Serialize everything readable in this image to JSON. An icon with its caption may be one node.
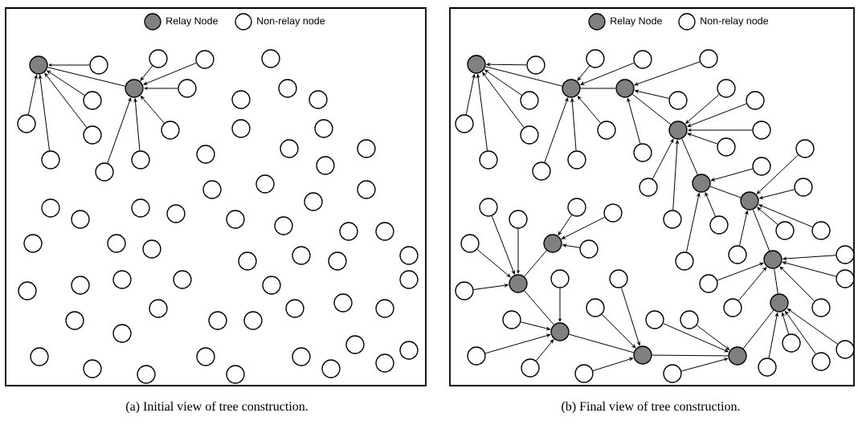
{
  "diagram": {
    "nodes": [
      {
        "text": [],
        "shape": "circle"
      },
      {
        "text": [],
        "shape": "circle"
      },
      {
        "text": [],
        "shape": "circle"
      },
      {
        "text": [],
        "shape": "circle"
      },
      {
        "text": [],
        "shape": "circle"
      },
      {
        "text": [],
        "shape": "circle"
      },
      {
        "text": [],
        "shape": "circle"
      },
      {
        "text": [],
        "shape": "circle"
      },
      {
        "text": [],
        "shape": "circle"
      },
      {
        "text": [],
        "shape": "circle"
      },
      {
        "text": [],
        "shape": "circle"
      },
      {
        "text": [],
        "shape": "circle"
      },
      {
        "text": [],
        "shape": "circle"
      },
      {
        "text": [],
        "shape": "circle"
      },
      {
        "text": [],
        "shape": "circle"
      },
      {
        "text": [],
        "shape": "circle"
      },
      {
        "text": [],
        "shape": "circle"
      },
      {
        "text": [],
        "shape": "circle"
      },
      {
        "text": [],
        "shape": "circle"
      },
      {
        "text": [],
        "shape": "circle"
      },
      {
        "text": [],
        "shape": "circle"
      },
      {
        "text": [],
        "shape": "circle"
      },
      {
        "text": [],
        "shape": "circle"
      },
      {
        "text": [],
        "shape": "circle"
      },
      {
        "text": [],
        "shape": "circle"
      },
      {
        "text": [],
        "shape": "circle"
      },
      {
        "text": [],
        "shape": "circle"
      },
      {
        "text": [],
        "shape": "circle"
      },
      {
        "text": [],
        "shape": "circle"
      },
      {
        "text": [],
        "shape": "circle"
      },
      {
        "text": [],
        "shape": "circle"
      },
      {
        "text": [],
        "shape": "circle"
      },
      {
        "text": [],
        "shape": "circle"
      },
      {
        "text": [],
        "shape": "circle"
      },
      {
        "text": [],
        "shape": "circle"
      },
      {
        "text": [],
        "shape": "circle"
      },
      {
        "text": [],
        "shape": "circle"
      },
      {
        "text": [],
        "shape": "circle"
      },
      {
        "text": [],
        "shape": "circle"
      },
      {
        "text": [],
        "shape": "circle"
      },
      {
        "text": [],
        "shape": "circle"
      },
      {
        "text": [],
        "shape": "circle"
      },
      {
        "text": [],
        "shape": "circle"
      },
      {
        "text": [],
        "shape": "circle"
      },
      {
        "text": [],
        "shape": "circle"
      },
      {
        "text": [],
        "shape": "circle"
      },
      {
        "text": [],
        "shape": "circle"
      },
      {
        "text": [],
        "shape": "circle"
      },
      {
        "text": [],
        "shape": "circle"
      },
      {
        "text": [],
        "shape": "circle"
      },
      {
        "text": [],
        "shape": "circle"
      },
      {
        "text": [],
        "shape": "circle"
      },
      {
        "text": [],
        "shape": "circle"
      },
      {
        "text": [],
        "shape": "circle"
      },
      {
        "text": [],
        "shape": "circle"
      },
      {
        "text": [],
        "shape": "circle"
      },
      {
        "text": [],
        "shape": "circle"
      },
      {
        "text": [],
        "shape": "circle"
      },
      {
        "text": [],
        "shape": "circle"
      },
      {
        "text": [],
        "shape": "circle"
      },
      {
        "text": [],
        "shape": "circle"
      },
      {
        "text": [],
        "shape": "circle"
      },
      {
        "text": [],
        "shape": "circle"
      },
      {
        "text": [],
        "shape": "circle"
      },
      {
        "text": [],
        "shape": "circle"
      },
      {
        "text": [],
        "shape": "circle"
      },
      {
        "text": [],
        "shape": "circle"
      },
      {
        "text": [],
        "shape": "circle"
      },
      {
        "text": [],
        "shape": "circle"
      },
      {
        "text": [],
        "shape": "circle"
      },
      {
        "text": [],
        "shape": "circle"
      },
      {
        "text": [],
        "shape": "circle"
      },
      {
        "text": [],
        "shape": "circle"
      },
      {
        "text": [],
        "shape": "circle"
      },
      {
        "text": [],
        "shape": "circle"
      },
      {
        "text": [],
        "shape": "circle"
      },
      {
        "text": [],
        "shape": "circle"
      },
      {
        "text": [],
        "shape": "circle"
      },
      {
        "text": [],
        "shape": "circle"
      },
      {
        "text": [],
        "shape": "circle"
      },
      {
        "text": [],
        "shape": "circle"
      },
      {
        "text": [],
        "shape": "circle"
      },
      {
        "text": [],
        "shape": "circle"
      },
      {
        "text": [],
        "shape": "circle"
      },
      {
        "text": [],
        "shape": "circle"
      },
      {
        "text": [],
        "shape": "circle"
      },
      {
        "text": [],
        "shape": "circle"
      },
      {
        "text": [],
        "shape": "circle"
      },
      {
        "text": [],
        "shape": "circle"
      },
      {
        "text": [],
        "shape": "circle"
      },
      {
        "text": [],
        "shape": "circle"
      },
      {
        "text": [],
        "shape": "circle"
      },
      {
        "text": [],
        "shape": "circle"
      },
      {
        "text": [],
        "shape": "circle"
      },
      {
        "text": [],
        "shape": "circle"
      },
      {
        "text": [],
        "shape": "circle"
      },
      {
        "text": [],
        "shape": "circle"
      },
      {
        "text": [],
        "shape": "circle"
      },
      {
        "text": [],
        "shape": "circle"
      },
      {
        "text": [],
        "shape": "circle"
      },
      {
        "text": [],
        "shape": "circle"
      },
      {
        "text": [],
        "shape": "circle"
      },
      {
        "text": [],
        "shape": "circle"
      },
      {
        "text": [],
        "shape": "circle"
      },
      {
        "text": [],
        "shape": "circle"
      },
      {
        "text": [],
        "shape": "circle"
      },
      {
        "text": [],
        "shape": "circle"
      },
      {
        "text": [],
        "shape": "circle"
      },
      {
        "text": [],
        "shape": "circle"
      },
      {
        "text": [],
        "shape": "circle"
      },
      {
        "text": [],
        "shape": "circle"
      },
      {
        "text": [],
        "shape": "circle"
      },
      {
        "text": [],
        "shape": "circle"
      },
      {
        "text": [],
        "shape": "circle"
      },
      {
        "text": [],
        "shape": "circle"
      },
      {
        "text": [],
        "shape": "circle"
      },
      {
        "text": [],
        "shape": "circle"
      },
      {
        "text": [],
        "shape": "circle"
      },
      {
        "text": [],
        "shape": "circle"
      },
      {
        "text": [],
        "shape": "circle"
      },
      {
        "text": [],
        "shape": "circle"
      },
      {
        "text": [],
        "shape": "circle"
      },
      {
        "text": [],
        "shape": "circle"
      },
      {
        "text": [],
        "shape": "circle"
      },
      {
        "text": [],
        "shape": "circle"
      },
      {
        "text": [],
        "shape": "circle"
      },
      {
        "text": [],
        "shape": "circle"
      },
      {
        "text": [],
        "shape": "circle"
      },
      {
        "text": [],
        "shape": "circle"
      },
      {
        "text": [],
        "shape": "circle"
      },
      {
        "text": [],
        "shape": "circle"
      },
      {
        "text": [],
        "shape": "circle"
      }
    ],
    "edges": [
      {
        "from": 1,
        "to": 0,
        "arrow": "to"
      },
      {
        "from": 6,
        "to": 0,
        "arrow": "to"
      },
      {
        "from": 8,
        "to": 0,
        "arrow": "to"
      },
      {
        "from": 10,
        "to": 0,
        "arrow": "to"
      },
      {
        "from": 7,
        "to": 0,
        "arrow": "to"
      },
      {
        "from": 4,
        "to": 0,
        "arrow": "none"
      },
      {
        "from": 2,
        "to": 4,
        "arrow": "to"
      },
      {
        "from": 3,
        "to": 4,
        "arrow": "to"
      },
      {
        "from": 5,
        "to": 4,
        "arrow": "to"
      },
      {
        "from": 9,
        "to": 4,
        "arrow": "to"
      },
      {
        "from": 11,
        "to": 4,
        "arrow": "to"
      },
      {
        "from": 12,
        "to": 4,
        "arrow": "to"
      },
      {
        "from": 79,
        "to": 66,
        "arrow": "to"
      },
      {
        "from": 80,
        "to": 66,
        "arrow": "to"
      },
      {
        "from": 81,
        "to": 66,
        "arrow": "to"
      },
      {
        "from": 82,
        "to": 66,
        "arrow": "to"
      },
      {
        "from": 83,
        "to": 66,
        "arrow": "to"
      },
      {
        "from": 67,
        "to": 66,
        "arrow": "none"
      },
      {
        "from": 84,
        "to": 67,
        "arrow": "to"
      },
      {
        "from": 85,
        "to": 67,
        "arrow": "to"
      },
      {
        "from": 86,
        "to": 67,
        "arrow": "to"
      },
      {
        "from": 87,
        "to": 67,
        "arrow": "to"
      },
      {
        "from": 88,
        "to": 67,
        "arrow": "to"
      },
      {
        "from": 68,
        "to": 67,
        "arrow": "none"
      },
      {
        "from": 89,
        "to": 68,
        "arrow": "to"
      },
      {
        "from": 90,
        "to": 68,
        "arrow": "to"
      },
      {
        "from": 91,
        "to": 68,
        "arrow": "to"
      },
      {
        "from": 69,
        "to": 68,
        "arrow": "none"
      },
      {
        "from": 92,
        "to": 69,
        "arrow": "to"
      },
      {
        "from": 93,
        "to": 69,
        "arrow": "to"
      },
      {
        "from": 94,
        "to": 69,
        "arrow": "to"
      },
      {
        "from": 95,
        "to": 69,
        "arrow": "to"
      },
      {
        "from": 96,
        "to": 69,
        "arrow": "to"
      },
      {
        "from": 97,
        "to": 69,
        "arrow": "to"
      },
      {
        "from": 70,
        "to": 69,
        "arrow": "none"
      },
      {
        "from": 98,
        "to": 70,
        "arrow": "to"
      },
      {
        "from": 99,
        "to": 70,
        "arrow": "to"
      },
      {
        "from": 100,
        "to": 70,
        "arrow": "to"
      },
      {
        "from": 71,
        "to": 70,
        "arrow": "none"
      },
      {
        "from": 101,
        "to": 71,
        "arrow": "to"
      },
      {
        "from": 102,
        "to": 71,
        "arrow": "to"
      },
      {
        "from": 103,
        "to": 71,
        "arrow": "to"
      },
      {
        "from": 104,
        "to": 71,
        "arrow": "to"
      },
      {
        "from": 105,
        "to": 71,
        "arrow": "to"
      },
      {
        "from": 72,
        "to": 71,
        "arrow": "none"
      },
      {
        "from": 106,
        "to": 72,
        "arrow": "to"
      },
      {
        "from": 107,
        "to": 72,
        "arrow": "to"
      },
      {
        "from": 108,
        "to": 72,
        "arrow": "to"
      },
      {
        "from": 109,
        "to": 72,
        "arrow": "to"
      },
      {
        "from": 110,
        "to": 72,
        "arrow": "to"
      },
      {
        "from": 73,
        "to": 72,
        "arrow": "none"
      },
      {
        "from": 111,
        "to": 73,
        "arrow": "to"
      },
      {
        "from": 112,
        "to": 73,
        "arrow": "to"
      },
      {
        "from": 113,
        "to": 73,
        "arrow": "to"
      },
      {
        "from": 114,
        "to": 73,
        "arrow": "to"
      },
      {
        "from": 74,
        "to": 73,
        "arrow": "none"
      },
      {
        "from": 115,
        "to": 74,
        "arrow": "to"
      },
      {
        "from": 116,
        "to": 74,
        "arrow": "to"
      },
      {
        "from": 117,
        "to": 74,
        "arrow": "to"
      },
      {
        "from": 75,
        "to": 74,
        "arrow": "none"
      },
      {
        "from": 118,
        "to": 75,
        "arrow": "to"
      },
      {
        "from": 119,
        "to": 75,
        "arrow": "to"
      },
      {
        "from": 120,
        "to": 75,
        "arrow": "to"
      },
      {
        "from": 76,
        "to": 75,
        "arrow": "none"
      },
      {
        "from": 121,
        "to": 76,
        "arrow": "to"
      },
      {
        "from": 122,
        "to": 76,
        "arrow": "to"
      },
      {
        "from": 123,
        "to": 76,
        "arrow": "to"
      },
      {
        "from": 124,
        "to": 76,
        "arrow": "to"
      },
      {
        "from": 77,
        "to": 76,
        "arrow": "none"
      },
      {
        "from": 125,
        "to": 77,
        "arrow": "to"
      },
      {
        "from": 126,
        "to": 77,
        "arrow": "to"
      },
      {
        "from": 127,
        "to": 77,
        "arrow": "to"
      },
      {
        "from": 128,
        "to": 77,
        "arrow": "to"
      },
      {
        "from": 78,
        "to": 77,
        "arrow": "none"
      },
      {
        "from": 129,
        "to": 78,
        "arrow": "to"
      },
      {
        "from": 130,
        "to": 78,
        "arrow": "to"
      },
      {
        "from": 131,
        "to": 78,
        "arrow": "to"
      }
    ],
    "labels": [
      "(a) Initial view of tree construction.",
      "(b) Final view of tree construction."
    ],
    "legend": [
      {
        "text": "Relay Node",
        "color": "#808080"
      },
      {
        "text": "Non-relay node"
      },
      {
        "text": "Relay Node",
        "color": "#808080"
      },
      {
        "text": "Non-relay node"
      }
    ]
  }
}
